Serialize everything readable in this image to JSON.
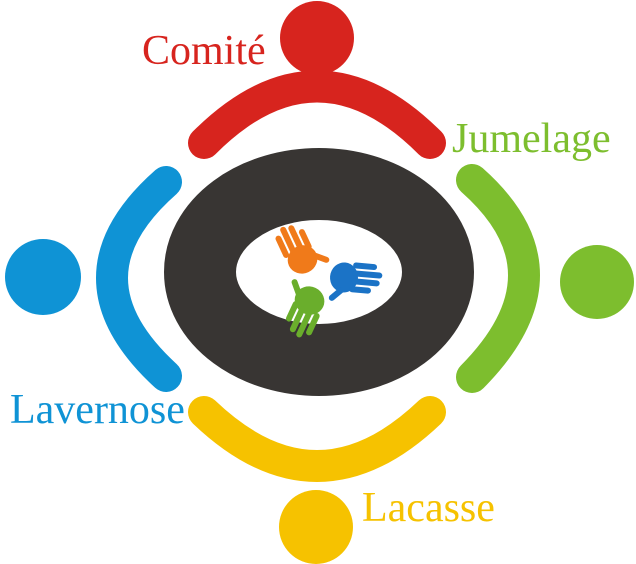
{
  "labels": {
    "comite": "Comité",
    "jumelage": "Jumelage",
    "lavernose": "Lavernose",
    "lacasse": "Lacasse"
  },
  "colors": {
    "red": "#d7241e",
    "green": "#7dbe2e",
    "blue": "#0f93d5",
    "yellow": "#f6c200",
    "ring": "#383533",
    "hand_orange": "#f07a1a",
    "hand_blue": "#1b73c6",
    "hand_green": "#6aae2c"
  },
  "icons": [
    "person-red-icon",
    "person-green-icon",
    "person-blue-icon",
    "person-yellow-icon",
    "hands-icon"
  ]
}
